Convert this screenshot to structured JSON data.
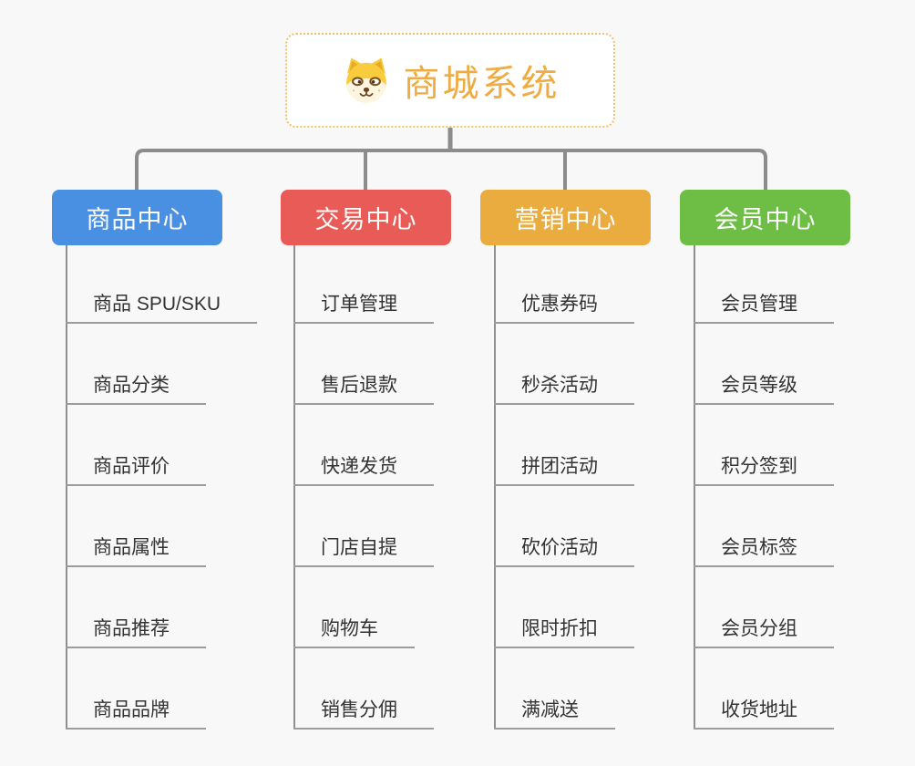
{
  "root": {
    "title": "商城系统",
    "icon": "dog-icon",
    "accent_color": "#efac42",
    "border_color": "#f2bd6d"
  },
  "branches": [
    {
      "label": "商品中心",
      "color": "#4a90e2",
      "items": [
        "商品 SPU/SKU",
        "商品分类",
        "商品评价",
        "商品属性",
        "商品推荐",
        "商品品牌"
      ]
    },
    {
      "label": "交易中心",
      "color": "#e95b56",
      "items": [
        "订单管理",
        "售后退款",
        "快递发货",
        "门店自提",
        "购物车",
        "销售分佣"
      ]
    },
    {
      "label": "营销中心",
      "color": "#ebac3f",
      "items": [
        "优惠券码",
        "秒杀活动",
        "拼团活动",
        "砍价活动",
        "限时折扣",
        "满减送"
      ]
    },
    {
      "label": "会员中心",
      "color": "#6ebe45",
      "items": [
        "会员管理",
        "会员等级",
        "积分签到",
        "会员标签",
        "会员分组",
        "收货地址"
      ]
    }
  ],
  "colors": {
    "background": "#f8f8f8",
    "connector_gray": "#8c8c8c",
    "trunk_gray": "#8f8f8f",
    "underline_gray": "#9c9c9c",
    "leaf_text": "#333333"
  }
}
